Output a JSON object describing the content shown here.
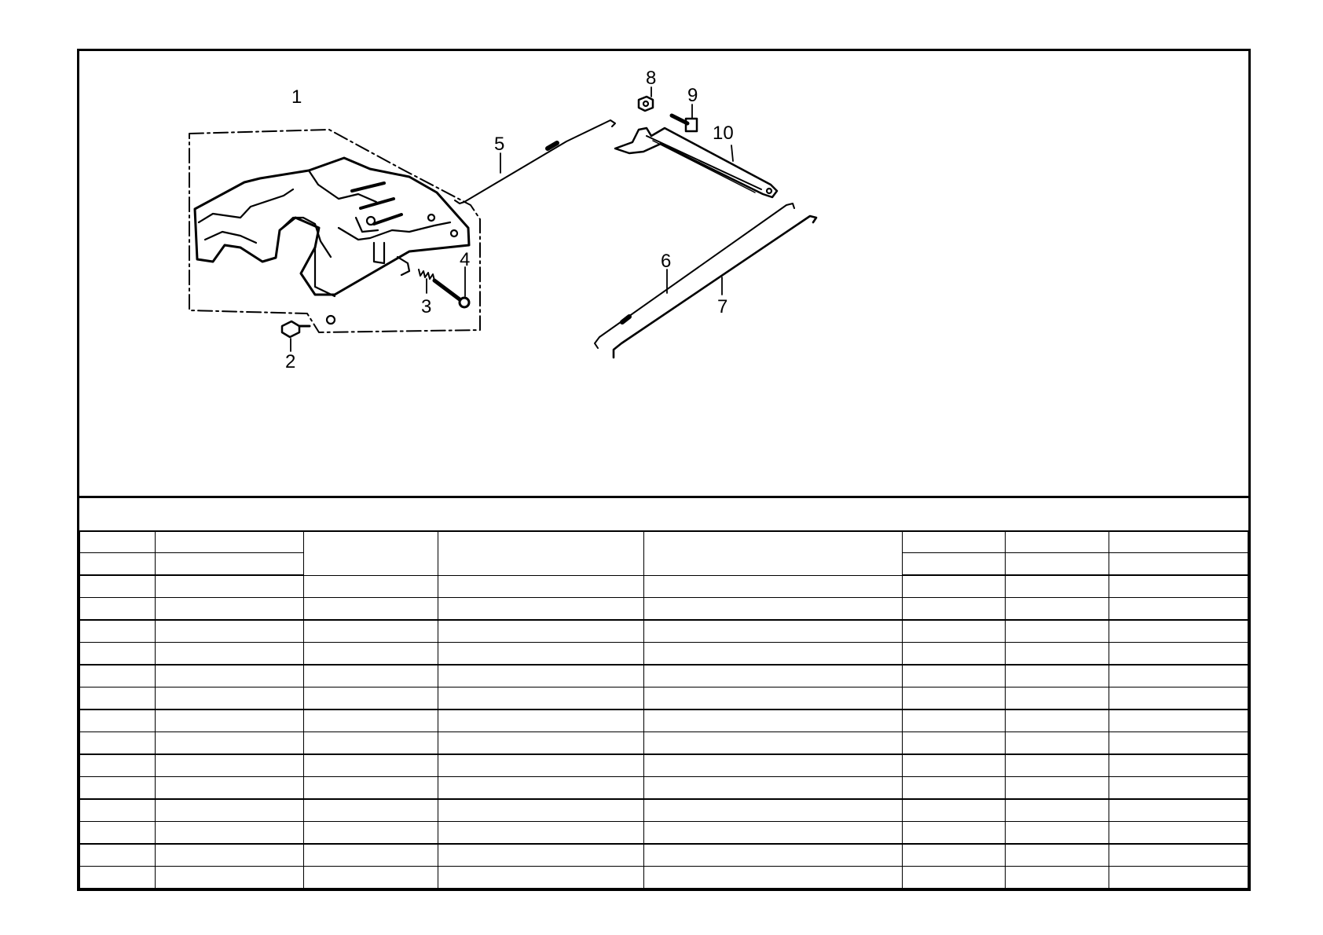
{
  "diagram": {
    "callouts": [
      "1",
      "2",
      "3",
      "4",
      "5",
      "6",
      "7",
      "8",
      "9",
      "10"
    ]
  },
  "table": {
    "header_row_1": [
      "",
      "",
      "",
      "",
      "",
      "",
      "",
      ""
    ],
    "header_row_2": [
      "",
      "",
      "",
      "",
      "",
      "",
      "",
      ""
    ],
    "rows": [
      [
        "",
        "",
        "",
        "",
        "",
        "",
        "",
        ""
      ],
      [
        "",
        "",
        "",
        "",
        "",
        "",
        "",
        ""
      ],
      [
        "",
        "",
        "",
        "",
        "",
        "",
        "",
        ""
      ],
      [
        "",
        "",
        "",
        "",
        "",
        "",
        "",
        ""
      ],
      [
        "",
        "",
        "",
        "",
        "",
        "",
        "",
        ""
      ],
      [
        "",
        "",
        "",
        "",
        "",
        "",
        "",
        ""
      ],
      [
        "",
        "",
        "",
        "",
        "",
        "",
        "",
        ""
      ],
      [
        "",
        "",
        "",
        "",
        "",
        "",
        "",
        ""
      ],
      [
        "",
        "",
        "",
        "",
        "",
        "",
        "",
        ""
      ],
      [
        "",
        "",
        "",
        "",
        "",
        "",
        "",
        ""
      ],
      [
        "",
        "",
        "",
        "",
        "",
        "",
        "",
        ""
      ],
      [
        "",
        "",
        "",
        "",
        "",
        "",
        "",
        ""
      ],
      [
        "",
        "",
        "",
        "",
        "",
        "",
        "",
        ""
      ],
      [
        "",
        "",
        "",
        "",
        "",
        "",
        "",
        ""
      ]
    ]
  }
}
